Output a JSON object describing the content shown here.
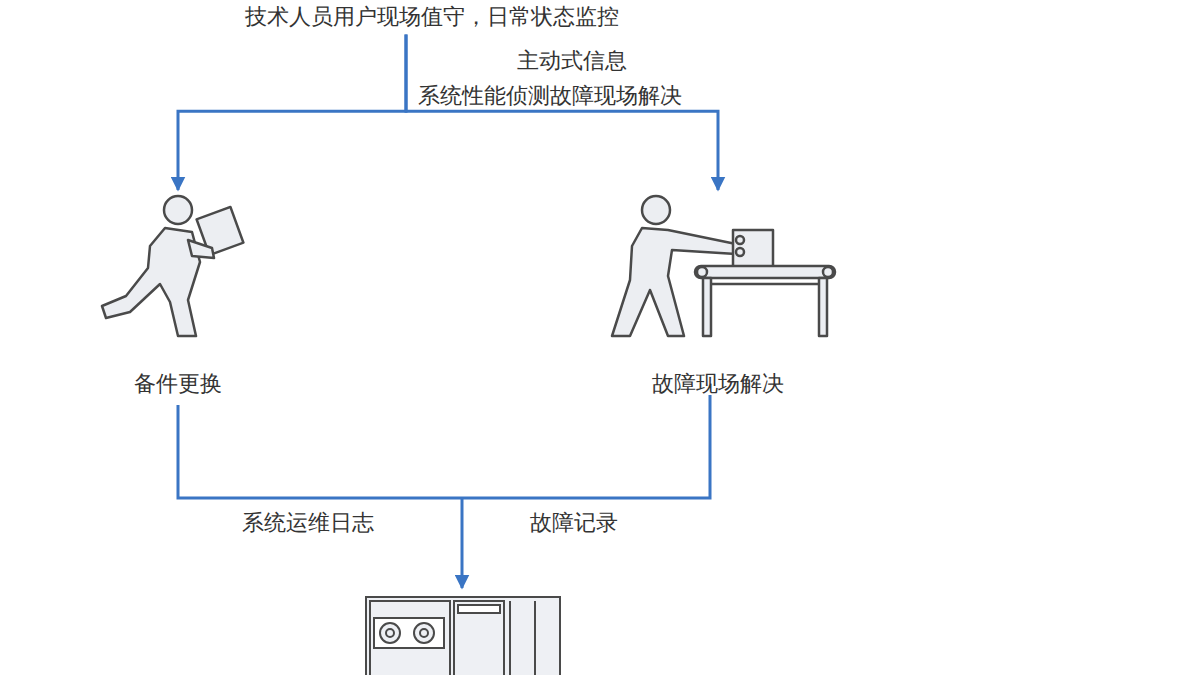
{
  "diagram": {
    "nodes": [
      {
        "text": [
          "技术人员用户现场值守，日常状态监控"
        ]
      },
      {
        "text": [
          "备件更换"
        ]
      },
      {
        "text": [
          "故障现场解决"
        ]
      }
    ],
    "edges": [
      {
        "from": 0,
        "to": 1,
        "arrow": "to"
      },
      {
        "from": 0,
        "to": 2,
        "arrow": "to"
      }
    ],
    "labels": [
      "主动式信息",
      "系统性能侦测故障现场解决",
      "系统运维日志",
      "故障记录"
    ]
  }
}
